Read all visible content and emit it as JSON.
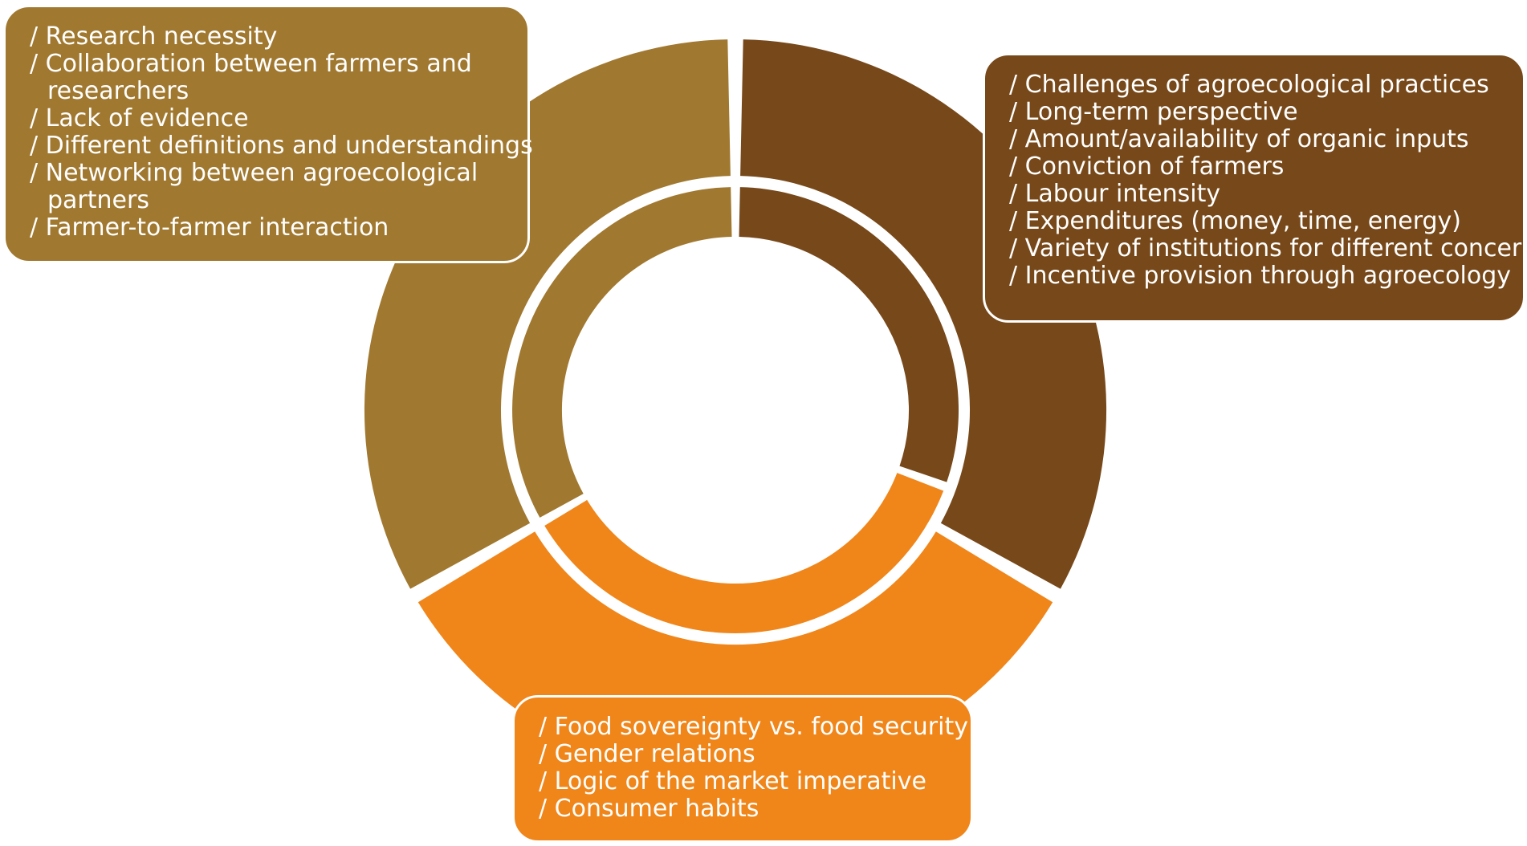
{
  "colors": {
    "research": "#a07830",
    "practices": "#774819",
    "social": "#f0861a",
    "background": "#ffffff"
  },
  "groups": {
    "research": {
      "items": [
        "Research necessity",
        "Collaboration between farmers and",
        "researchers",
        "Lack of evidence",
        "Different definitions and understandings",
        "Networking between agroecological",
        "partners",
        "Farmer-to-farmer interaction"
      ]
    },
    "practices": {
      "items": [
        "Challenges of agroecological practices",
        "Long-term perspective",
        "Amount/availability of organic inputs",
        "Conviction of farmers",
        "Labour intensity",
        "Expenditures (money, time, energy)",
        "Variety of institutions for different concerns",
        "Incentive provision through agroecology"
      ]
    },
    "social": {
      "items": [
        "Food sovereignty vs. food security",
        "Gender relations",
        "Logic of the market imperative",
        "Consumer habits"
      ]
    }
  }
}
